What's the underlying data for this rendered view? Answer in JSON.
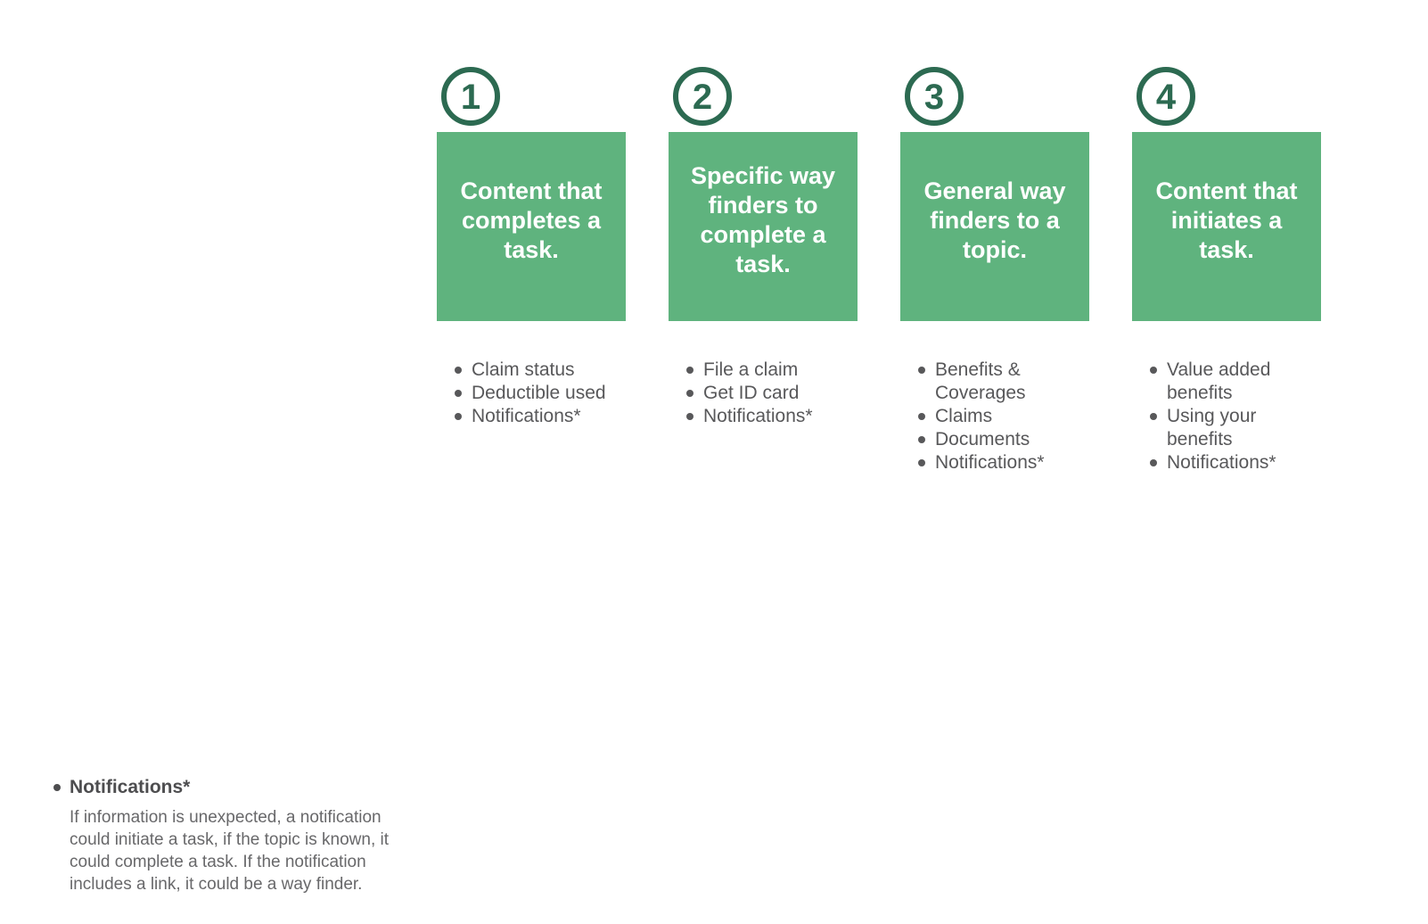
{
  "colors": {
    "box_green": "#5fb37e",
    "circle_green": "#2c6a51",
    "bullet_text": "#58585a",
    "footnote_heading_text": "#4d4d4f",
    "footnote_body_text": "#68686a",
    "box_text": "#ffffff",
    "background": "#ffffff"
  },
  "columns": [
    {
      "number": "1",
      "heading": "Content that completes a task.",
      "items": [
        "Claim status",
        "Deductible used",
        "Notifications*"
      ]
    },
    {
      "number": "2",
      "heading": "Specific way finders to complete a task.",
      "items": [
        "File a claim",
        "Get ID card",
        "Notifications*"
      ]
    },
    {
      "number": "3",
      "heading": "General way finders to a topic.",
      "items": [
        "Benefits & Coverages",
        "Claims",
        "Documents",
        "Notifications*"
      ]
    },
    {
      "number": "4",
      "heading": "Content that initiates a task.",
      "items": [
        "Value added benefits",
        "Using your benefits",
        "Notifications*"
      ]
    }
  ],
  "footnote": {
    "heading": "Notifications*",
    "body": "If information is unexpected, a notification could initiate a task, if the topic is known, it could complete a task. If the notification includes a link, it could be a way finder."
  }
}
